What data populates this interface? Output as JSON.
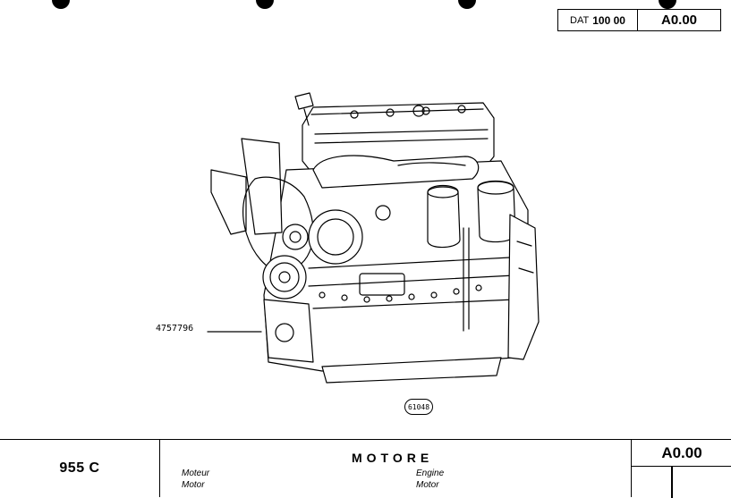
{
  "header": {
    "ref_prefix": "DAT",
    "ref_code": "100 00",
    "sheet_code": "A0.00"
  },
  "figure": {
    "part_number": "4757796",
    "figure_number": "61048"
  },
  "footer": {
    "model": "955 C",
    "title": "MOTORE",
    "translations": {
      "french": "Moteur",
      "english": "Engine",
      "german_left": "Motor",
      "german_right": "Motor"
    },
    "sheet_code": "A0.00"
  }
}
